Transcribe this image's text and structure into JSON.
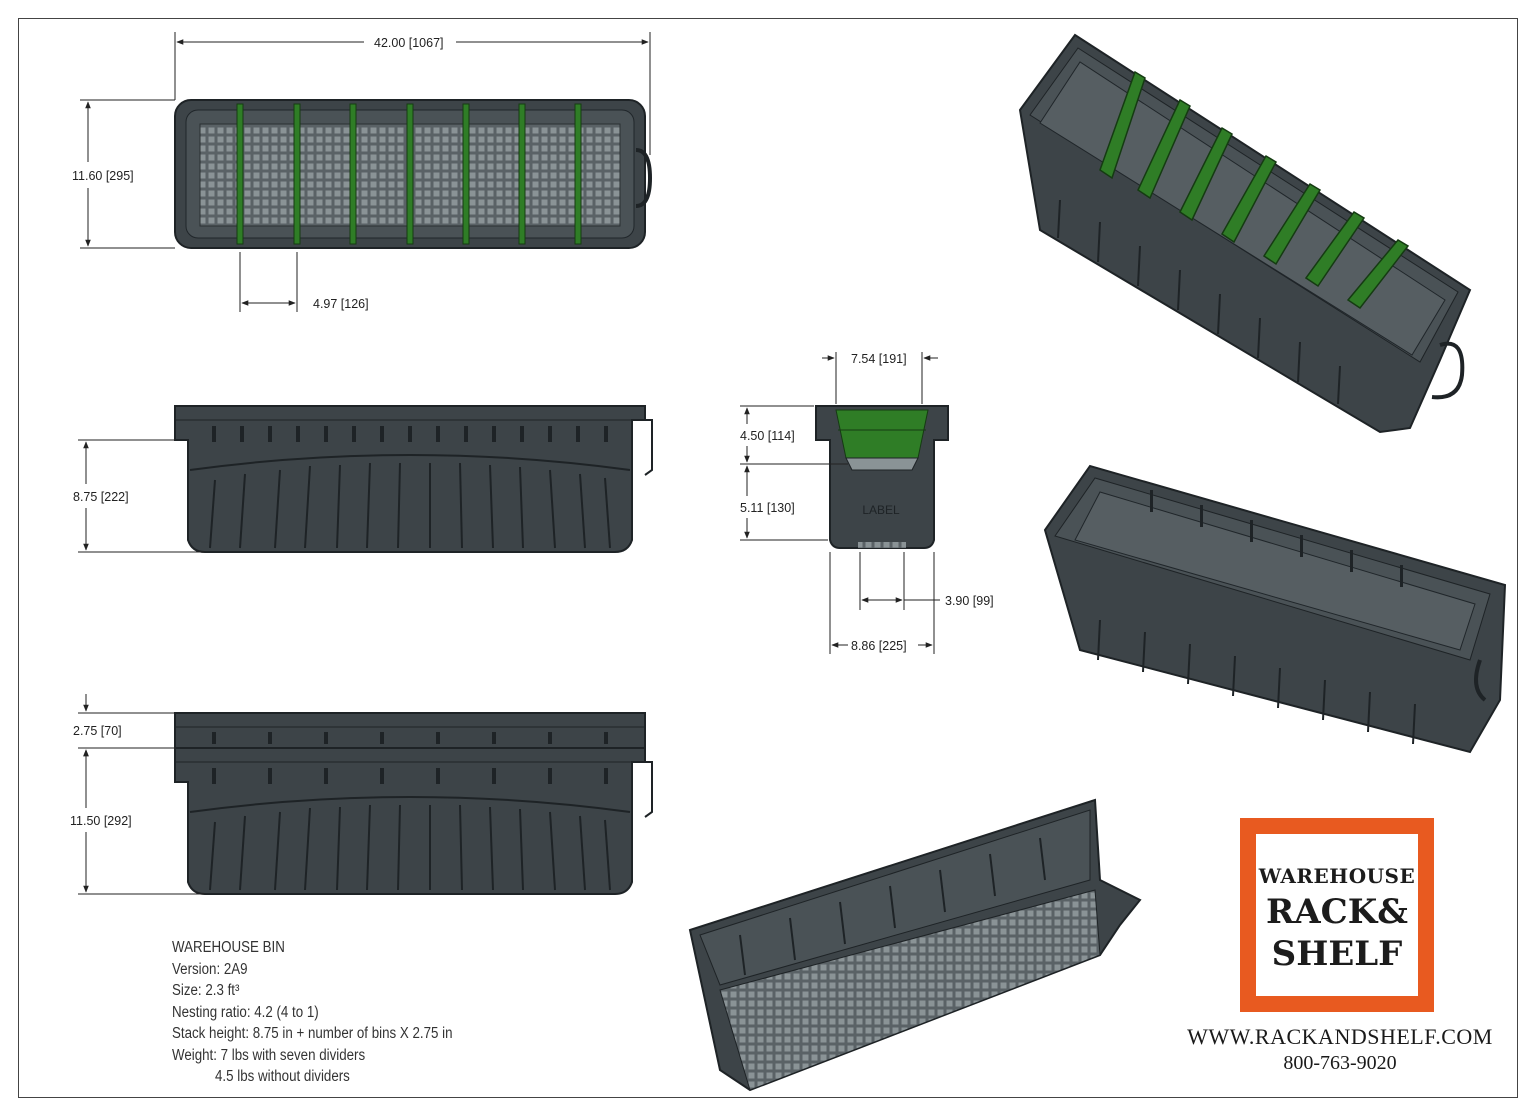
{
  "dimensions": {
    "overall_length": "42.00 [1067]",
    "overall_width": "11.60 [295]",
    "divider_spacing": "4.97 [126]",
    "top_width": "7.54 [191]",
    "upper_height": "4.50 [114]",
    "lower_height": "5.11 [130]",
    "base_width": "3.90 [99]",
    "outer_width": "8.86 [225]",
    "side_height": "8.75 [222]",
    "stack_increment": "2.75 [70]",
    "stack_height": "11.50 [292]"
  },
  "end_view_label": "LABEL",
  "specs": {
    "title": "WAREHOUSE BIN",
    "version": "Version: 2A9",
    "size": "Size: 2.3 ft³",
    "nesting": "Nesting ratio: 4.2 (4 to 1)",
    "stack": "Stack height: 8.75 in + number of bins X 2.75 in",
    "weight": "Weight: 7 lbs with seven dividers",
    "weight2": "4.5 lbs without dividers"
  },
  "logo": {
    "line1": "WAREHOUSE",
    "line2": "RACK&",
    "line3": "SHELF",
    "border_color": "#e85a20"
  },
  "contact": {
    "website": "WWW.RACKANDSHELF.COM",
    "phone": "800-763-9020"
  },
  "colors": {
    "bin_body": "#3d4448",
    "bin_edge": "#1e2326",
    "divider": "#2f7d26"
  }
}
